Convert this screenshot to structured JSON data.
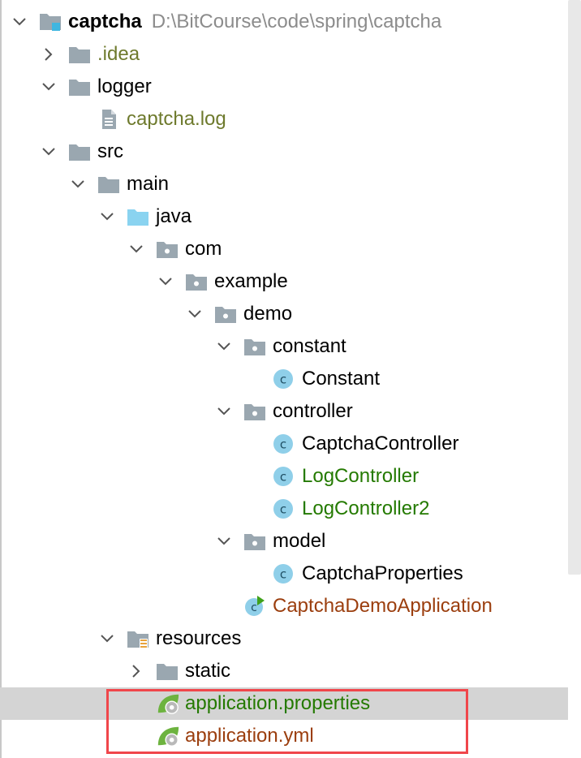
{
  "colors": {
    "default_text": "#000000",
    "path_hint": "#8c8c8c",
    "excluded": "#6e7a2d",
    "vcs_added": "#247a00",
    "vcs_modified": "#9b3e0e",
    "selection_bg": "#d4d4d4",
    "highlight_box": "#f0464b"
  },
  "tree": {
    "rows": [
      {
        "label": "captcha",
        "bold": true,
        "path": "D:\\BitCourse\\code\\spring\\captcha",
        "icon": "module-folder-icon",
        "chevron": "down",
        "level": 0,
        "color": "#000000"
      },
      {
        "label": ".idea",
        "icon": "folder-icon",
        "chevron": "right",
        "level": 1,
        "color": "#6e7a2d"
      },
      {
        "label": "logger",
        "icon": "folder-icon",
        "chevron": "down",
        "level": 1,
        "color": "#000000"
      },
      {
        "label": "captcha.log",
        "icon": "text-file-icon",
        "chevron": "none",
        "level": 2,
        "color": "#6e7a2d"
      },
      {
        "label": "src",
        "icon": "folder-icon",
        "chevron": "down",
        "level": 1,
        "color": "#000000"
      },
      {
        "label": "main",
        "icon": "folder-icon",
        "chevron": "down",
        "level": 2,
        "color": "#000000"
      },
      {
        "label": "java",
        "icon": "source-root-folder-icon",
        "chevron": "down",
        "level": 3,
        "color": "#000000"
      },
      {
        "label": "com",
        "icon": "package-folder-icon",
        "chevron": "down",
        "level": 4,
        "color": "#000000"
      },
      {
        "label": "example",
        "icon": "package-folder-icon",
        "chevron": "down",
        "level": 5,
        "color": "#000000"
      },
      {
        "label": "demo",
        "icon": "package-folder-icon",
        "chevron": "down",
        "level": 6,
        "color": "#000000"
      },
      {
        "label": "constant",
        "icon": "package-folder-icon",
        "chevron": "down",
        "level": 7,
        "color": "#000000"
      },
      {
        "label": "Constant",
        "icon": "java-class-icon",
        "chevron": "none",
        "level": 8,
        "color": "#000000"
      },
      {
        "label": "controller",
        "icon": "package-folder-icon",
        "chevron": "down",
        "level": 7,
        "color": "#000000"
      },
      {
        "label": "CaptchaController",
        "icon": "java-class-icon",
        "chevron": "none",
        "level": 8,
        "color": "#000000"
      },
      {
        "label": "LogController",
        "icon": "java-class-icon",
        "chevron": "none",
        "level": 8,
        "color": "#247a00"
      },
      {
        "label": "LogController2",
        "icon": "java-class-icon",
        "chevron": "none",
        "level": 8,
        "color": "#247a00"
      },
      {
        "label": "model",
        "icon": "package-folder-icon",
        "chevron": "down",
        "level": 7,
        "color": "#000000"
      },
      {
        "label": "CaptchaProperties",
        "icon": "java-class-icon",
        "chevron": "none",
        "level": 8,
        "color": "#000000"
      },
      {
        "label": "CaptchaDemoApplication",
        "icon": "spring-boot-class-icon",
        "chevron": "none",
        "level": 7,
        "color": "#9b3e0e"
      },
      {
        "label": "resources",
        "icon": "resources-root-folder-icon",
        "chevron": "down",
        "level": 3,
        "color": "#000000"
      },
      {
        "label": "static",
        "icon": "folder-icon",
        "chevron": "right",
        "level": 4,
        "color": "#000000"
      },
      {
        "label": "application.properties",
        "icon": "spring-config-icon",
        "chevron": "none",
        "level": 4,
        "color": "#247a00",
        "selected": true
      },
      {
        "label": "application.yml",
        "icon": "spring-config-icon",
        "chevron": "none",
        "level": 4,
        "color": "#9b3e0e"
      }
    ]
  }
}
